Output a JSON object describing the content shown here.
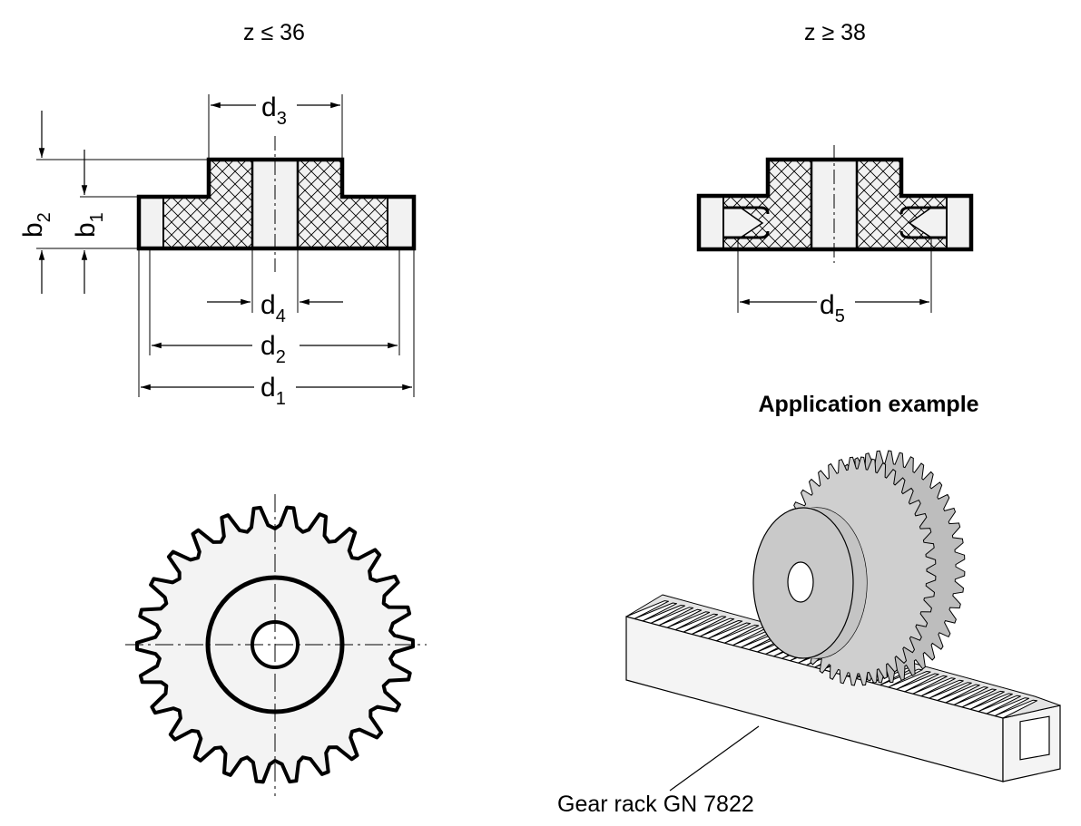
{
  "captions": {
    "left_heading": "z ≤ 36",
    "right_heading": "z ≥ 38",
    "application_title": "Application example",
    "rack_label": "Gear rack GN 7822"
  },
  "dimensions": {
    "b1": {
      "base": "b",
      "sub": "1"
    },
    "b2": {
      "base": "b",
      "sub": "2"
    },
    "d1": {
      "base": "d",
      "sub": "1"
    },
    "d2": {
      "base": "d",
      "sub": "2"
    },
    "d3": {
      "base": "d",
      "sub": "3"
    },
    "d4": {
      "base": "d",
      "sub": "4"
    },
    "d5": {
      "base": "d",
      "sub": "5"
    }
  },
  "colors": {
    "line": "#000000",
    "section_fill": "#f2f2f2",
    "gear_fill": "#f3f3f3",
    "metal_gear": "#c8c8c8",
    "rack_fill": "#f4f4f4"
  }
}
